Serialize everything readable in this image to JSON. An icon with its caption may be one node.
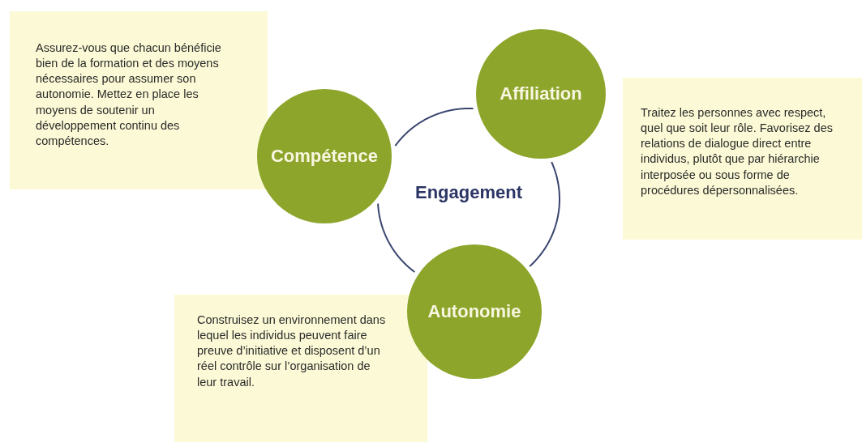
{
  "diagram": {
    "nodes": [
      {
        "text": [
          "Assurez-vous que chacun bénéficie bien de la formation et des moyens nécessaires pour assumer son autonomie. Mettez en place les moyens de soutenir un développement continu des compétences."
        ]
      },
      {
        "text": [
          "Compétence"
        ]
      },
      {
        "text": [
          "Affiliation"
        ]
      },
      {
        "text": [
          "Traitez les personnes avec respect, quel que soit leur rôle. Favorisez des relations de dialogue direct entre individus, plutôt que par hiérarchie interposée ou sous forme de procédures dépersonnalisées."
        ]
      },
      {
        "text": [
          "Construisez un environnement dans lequel les individus peuvent faire preuve d’initiative et disposent d’un réel contrôle sur l’organisation de leur travail."
        ]
      },
      {
        "text": [
          "Autonomie"
        ]
      }
    ],
    "edges": [
      {
        "from": 1,
        "to": 2,
        "arrow": "none"
      },
      {
        "from": 2,
        "to": 5,
        "arrow": "none"
      },
      {
        "from": 5,
        "to": 1,
        "arrow": "none"
      }
    ],
    "labels": [
      "Engagement"
    ]
  }
}
